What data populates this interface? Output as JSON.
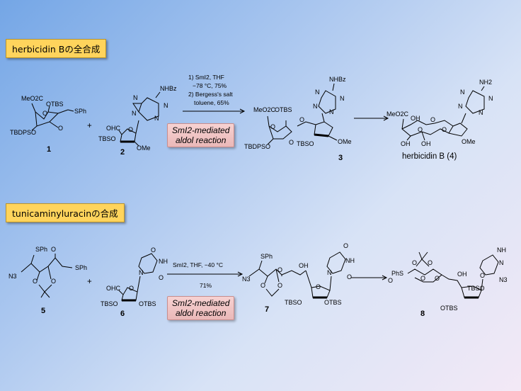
{
  "section1": {
    "title": "herbicidin Bの全合成",
    "conditions": [
      "1) SmI2, THF",
      "−78 °C, 75%",
      "2) Bergess's salt",
      "toluene, 65%"
    ],
    "badge": [
      "SmI2-mediated",
      "aldol reaction"
    ],
    "compound1": {
      "number": "1",
      "labels": [
        "MeO2C",
        "OTBS",
        "SPh",
        "O",
        "O",
        "TBDPSO"
      ]
    },
    "compound2": {
      "number": "2",
      "labels": [
        "NHBz",
        "N",
        "N",
        "N",
        "N",
        "OHC",
        "O",
        "TBSO",
        "OMe"
      ]
    },
    "compound3": {
      "number": "3",
      "labels": [
        "NHBz",
        "N",
        "N",
        "N",
        "N",
        "MeO2C",
        "OTBS",
        "O",
        "O",
        "O",
        "TBDPSO",
        "TBSO",
        "OMe"
      ]
    },
    "compound4": {
      "name": "herbicidin B (4)",
      "labels": [
        "NH2",
        "N",
        "N",
        "N",
        "N",
        "MeO2C",
        "OH",
        "O",
        "O",
        "O",
        "OH",
        "OH",
        "OMe"
      ]
    },
    "plus": "+"
  },
  "section2": {
    "title": "tunicaminyluracinの合成",
    "conditions": [
      "SmI2, THF, −40 °C",
      "71%"
    ],
    "badge": [
      "SmI2-mediated",
      "aldol reaction"
    ],
    "compound5": {
      "number": "5",
      "labels": [
        "SPh",
        "O",
        "SPh",
        "N3",
        "O",
        "O"
      ]
    },
    "compound6": {
      "number": "6",
      "labels": [
        "O",
        "NH",
        "N",
        "O",
        "OHC",
        "O",
        "TBSO",
        "OTBS"
      ]
    },
    "compound7": {
      "number": "7",
      "labels": [
        "SPh",
        "O",
        "OH",
        "O",
        "NH",
        "N",
        "O",
        "N3",
        "O",
        "O",
        "O",
        "TBSO",
        "OTBS"
      ]
    },
    "compound8": {
      "number": "8",
      "labels": [
        "O",
        "O",
        "O",
        "OH",
        "NH",
        "N",
        "O",
        "N3",
        "PhS",
        "O",
        "O",
        "TBSO",
        "OTBS"
      ]
    },
    "plus": "+"
  }
}
